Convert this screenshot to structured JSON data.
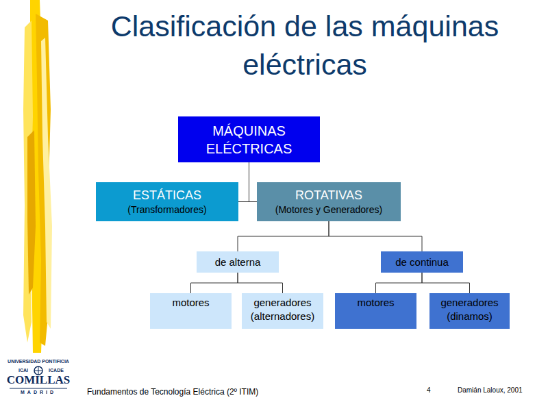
{
  "diagram": {
    "title": "Clasificación de las máquinas eléctricas",
    "nodes": [
      {
        "text": [
          "MÁQUINAS ELÉCTRICAS"
        ]
      },
      {
        "text": [
          "ESTÁTICAS",
          "(Transformadores)"
        ]
      },
      {
        "text": [
          "ROTATIVAS",
          "(Motores y Generadores)"
        ]
      },
      {
        "text": [
          "de alterna"
        ]
      },
      {
        "text": [
          "de continua"
        ]
      },
      {
        "text": [
          "motores"
        ]
      },
      {
        "text": [
          "generadores (alternadores)"
        ]
      },
      {
        "text": [
          "motores"
        ]
      },
      {
        "text": [
          "generadores (dinamos)"
        ]
      }
    ],
    "edges": [
      {
        "from": 0,
        "to": 1,
        "arrow": "none"
      },
      {
        "from": 0,
        "to": 2,
        "arrow": "none"
      },
      {
        "from": 2,
        "to": 3,
        "arrow": "none"
      },
      {
        "from": 2,
        "to": 4,
        "arrow": "none"
      },
      {
        "from": 3,
        "to": 5,
        "arrow": "none"
      },
      {
        "from": 3,
        "to": 6,
        "arrow": "none"
      },
      {
        "from": 4,
        "to": 7,
        "arrow": "none"
      },
      {
        "from": 4,
        "to": 8,
        "arrow": "none"
      }
    ],
    "labels": [
      "UNIVERSIDAD PONTIFICIA",
      "ICAI",
      "ICADE",
      "COMILLAS",
      "MADRID",
      "Fundamentos de Tecnología Eléctrica (2º ITIM)",
      "4",
      "Damián Laloux, 2001"
    ]
  }
}
